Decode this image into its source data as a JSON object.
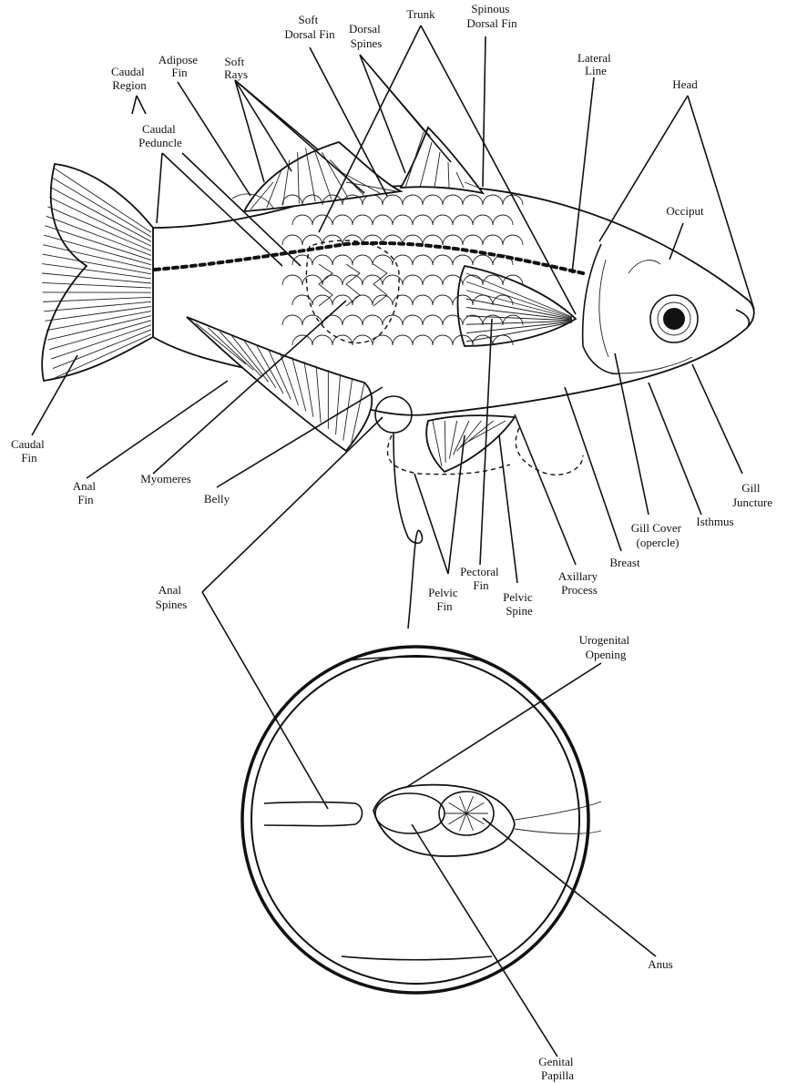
{
  "labels": {
    "trunk": "Trunk",
    "soft_dorsal_fin": [
      "Soft",
      "Dorsal Fin"
    ],
    "spinous_dorsal_fin": [
      "Spinous",
      "Dorsal Fin"
    ],
    "dorsal_spines": [
      "Dorsal",
      "Spines"
    ],
    "lateral_line": [
      "Lateral",
      "Line"
    ],
    "head": "Head",
    "adipose_fin": [
      "Adipose",
      "Fin"
    ],
    "soft_rays": [
      "Soft",
      "Rays"
    ],
    "caudal_region": [
      "Caudal",
      "Region"
    ],
    "caudal_peduncle": [
      "Caudal",
      "Peduncle"
    ],
    "occiput": "Occiput",
    "caudal_fin": [
      "Caudal",
      "Fin"
    ],
    "anal_fin": [
      "Anal",
      "Fin"
    ],
    "myomeres": "Myomeres",
    "belly": "Belly",
    "gill_juncture": [
      "Gill",
      "Juncture"
    ],
    "isthmus": "Isthmus",
    "gill_cover": [
      "Gill Cover",
      "(opercle)"
    ],
    "breast": "Breast",
    "axillary_process": [
      "Axillary",
      "Process"
    ],
    "pelvic_spine": [
      "Pelvic",
      "Spine"
    ],
    "pectoral_fin": [
      "Pectoral",
      "Fin"
    ],
    "pelvic_fin": [
      "Pelvic",
      "Fin"
    ],
    "anal_spines": [
      "Anal",
      "Spines"
    ],
    "urogenital_opening": [
      "Urogenital",
      "Opening"
    ],
    "anus": "Anus",
    "genital_papilla": [
      "Genital",
      "Papilla"
    ]
  }
}
